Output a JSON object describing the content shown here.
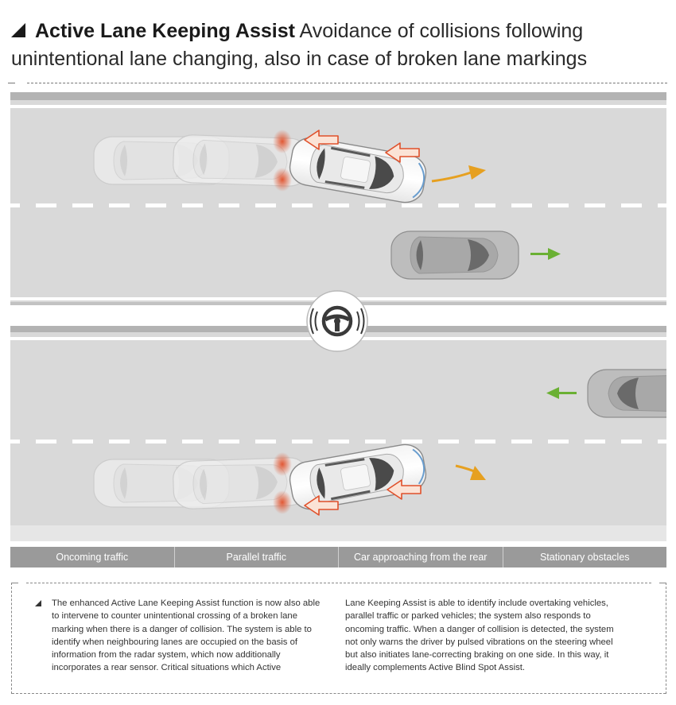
{
  "header": {
    "title_bold": "Active Lane Keeping Assist",
    "title_rest": " Avoidance of collisions following unintentional lane changing, also in case of broken lane markings"
  },
  "tabs": [
    {
      "label": "Oncoming traffic"
    },
    {
      "label": "Parallel traffic"
    },
    {
      "label": "Car approaching from the rear"
    },
    {
      "label": "Stationary obstacles"
    }
  ],
  "body_text": {
    "col1": "The enhanced Active Lane Keeping Assist function is now also able to intervene to counter unintentional crossing of a broken lane marking when there is a danger of collision. The system is able to identify when neighbouring lanes are occupied on the basis of information from the radar system, which now additionally incorporates a rear sensor. Critical situations which Active",
    "col2": "Lane Keeping Assist is able to identify include overtaking vehicles, parallel traffic or parked vehicles; the system also responds to oncoming traffic. When a danger of collision is detected, the system not only warns the driver by pulsed vibrations on the steering wheel but also initiates lane-correcting braking on one side. In this way, it ideally complements Active Blind Spot Assist."
  },
  "colors": {
    "road": "#d9d9d9",
    "stripe": "#b0b0b0",
    "orange_arrow": "#e6a020",
    "green_arrow": "#6ab033",
    "brake_glow": "#e0502a",
    "tab_bg": "#9a9a9a"
  },
  "icons": {
    "steering": "steering-wheel-icon",
    "bullet": "triangle-bullet-icon"
  }
}
